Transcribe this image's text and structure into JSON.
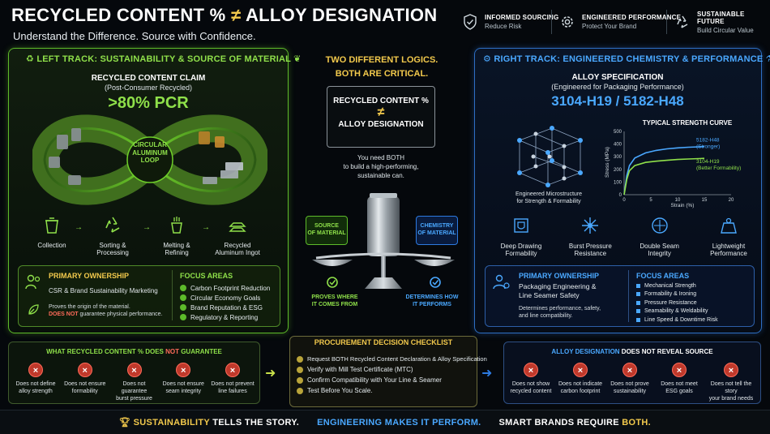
{
  "header": {
    "title_part1": "RECYCLED CONTENT %",
    "title_neq": "≠",
    "title_part2": "ALLOY DESIGNATION",
    "subtitle": "Understand the Difference. Source with Confidence.",
    "badges": [
      {
        "icon": "shield-check-icon",
        "title": "INFORMED SOURCING",
        "sub": "Reduce Risk"
      },
      {
        "icon": "gear-icon",
        "title": "ENGINEERED PERFORMANCE",
        "sub": "Protect Your Brand"
      },
      {
        "icon": "recycle-icon",
        "title": "SUSTAINABLE FUTURE",
        "sub": "Build Circular Value"
      }
    ]
  },
  "left": {
    "track_title": "LEFT TRACK: SUSTAINABILITY & SOURCE OF MATERIAL",
    "claim_title": "RECYCLED CONTENT CLAIM",
    "claim_sub": "(Post-Consumer Recycled)",
    "claim_value": ">80% PCR",
    "loop_label": "CIRCULAR ALUMINUM LOOP",
    "steps": [
      {
        "icon": "trash-bin-icon",
        "label": "Collection",
        "label2": ""
      },
      {
        "icon": "recycle-icon",
        "label": "Sorting &",
        "label2": "Processing"
      },
      {
        "icon": "furnace-icon",
        "label": "Melting &",
        "label2": "Refining"
      },
      {
        "icon": "ingot-icon",
        "label": "Recycled",
        "label2": "Aluminum Ingot"
      }
    ],
    "ownership_title": "PRIMARY OWNERSHIP",
    "ownership_role": "CSR & Brand Sustainability Marketing",
    "ownership_note1": "Proves the origin of the material.",
    "ownership_note_not": "DOES NOT",
    "ownership_note2": " guarantee physical performance.",
    "focus_title": "FOCUS AREAS",
    "focus": [
      "Carbon Footprint Reduction",
      "Circular Economy Goals",
      "Brand Reputation & ESG",
      "Regulatory & Reporting"
    ]
  },
  "center": {
    "title1": "TWO DIFFERENT LOGICS.",
    "title2": "BOTH ARE CRITICAL.",
    "box_a": "RECYCLED CONTENT %",
    "box_neq": "≠",
    "box_b": "ALLOY DESIGNATION",
    "need1": "You need BOTH",
    "need2": "to build a high-performing,",
    "need3": "sustainable can.",
    "tag_left1": "SOURCE",
    "tag_left2": "OF MATERIAL",
    "tag_right1": "CHEMISTRY",
    "tag_right2": "OF MATERIAL",
    "cap_left1": "PROVES WHERE",
    "cap_left2": "IT COMES FROM",
    "cap_right1": "DETERMINES HOW",
    "cap_right2": "IT PERFORMS"
  },
  "right": {
    "track_title": "RIGHT TRACK: ENGINEERED CHEMISTRY & PERFORMANCE",
    "spec_title": "ALLOY SPECIFICATION",
    "spec_sub": "(Engineered for Packaging Performance)",
    "spec_value": "3104-H19 / 5182-H48",
    "micro1": "Engineered Microstructure",
    "micro2": "for Strength & Formability",
    "props": [
      {
        "icon": "deep-drawing-icon",
        "l1": "Deep Drawing",
        "l2": "Formability"
      },
      {
        "icon": "burst-pressure-icon",
        "l1": "Burst Pressure",
        "l2": "Resistance"
      },
      {
        "icon": "seam-icon",
        "l1": "Double Seam",
        "l2": "Integrity"
      },
      {
        "icon": "weight-icon",
        "l1": "Lightweight",
        "l2": "Performance"
      }
    ],
    "ownership_title": "PRIMARY OWNERSHIP",
    "ownership_role1": "Packaging Engineering &",
    "ownership_role2": "Line Seamer Safety",
    "ownership_note1": "Determines performance, safety,",
    "ownership_note2": "and line compatibility.",
    "focus_title": "FOCUS AREAS",
    "focus": [
      "Mechanical Strength",
      "Formability & Ironing",
      "Pressure Resistance",
      "Seamability & Weldability",
      "Line Speed & Downtime Risk"
    ]
  },
  "chart_data": {
    "type": "line",
    "title": "TYPICAL STRENGTH CURVE",
    "xlabel": "Strain (%)",
    "ylabel": "Stress (MPa)",
    "xlim": [
      0,
      20
    ],
    "ylim": [
      0,
      500
    ],
    "xticks": [
      0,
      5,
      10,
      15,
      20
    ],
    "yticks": [
      0,
      100,
      200,
      300,
      400,
      500
    ],
    "series": [
      {
        "name": "5182-H48",
        "note": "(Stronger)",
        "color": "#4aa8ff",
        "x": [
          0,
          0.5,
          1,
          2,
          4,
          6,
          8,
          10,
          12,
          14,
          15
        ],
        "y": [
          0,
          150,
          230,
          290,
          330,
          350,
          362,
          370,
          375,
          378,
          380
        ]
      },
      {
        "name": "3104-H19",
        "note": "(Better Formability)",
        "color": "#8fe04a",
        "x": [
          0,
          0.5,
          1,
          2,
          4,
          6,
          8,
          10,
          12,
          14,
          15
        ],
        "y": [
          0,
          120,
          190,
          230,
          255,
          265,
          272,
          278,
          282,
          285,
          287
        ]
      }
    ]
  },
  "bottom": {
    "left_title_a": "WHAT RECYCLED CONTENT % DOES ",
    "left_title_not": "NOT",
    "left_title_b": " GUARANTEE",
    "left_items": [
      {
        "l1": "Does not define",
        "l2": "alloy strength"
      },
      {
        "l1": "Does not ensure",
        "l2": "formability"
      },
      {
        "l1": "Does not guarantee",
        "l2": "burst pressure"
      },
      {
        "l1": "Does not ensure",
        "l2": "seam integrity"
      },
      {
        "l1": "Does not prevent",
        "l2": "line failures"
      }
    ],
    "mid_title": "PROCUREMENT DECISION CHECKLIST",
    "checklist": [
      "Request BOTH Recycled Content Declaration & Alloy Specification",
      "Verify with Mill Test Certificate (MTC)",
      "Confirm Compatibility with Your Line & Seamer",
      "Test Before You Scale."
    ],
    "right_title_a": "ALLOY DESIGNATION ",
    "right_title_b": "DOES NOT REVEAL SOURCE",
    "right_items": [
      {
        "l1": "Does not show",
        "l2": "recycled content"
      },
      {
        "l1": "Does not indicate",
        "l2": "carbon footprint"
      },
      {
        "l1": "Does not prove",
        "l2": "sustainability"
      },
      {
        "l1": "Does not meet",
        "l2": "ESG goals"
      },
      {
        "l1": "Does not tell the story",
        "l2": "your brand needs"
      }
    ]
  },
  "footer": {
    "part1a": "SUSTAINABILITY ",
    "part1b": "TELLS THE STORY.",
    "part2": "ENGINEERING MAKES IT PERFORM.",
    "part3a": "SMART BRANDS REQUIRE ",
    "part3b": "BOTH."
  },
  "colors": {
    "green": "#8fe04a",
    "blue": "#4aa8ff",
    "yellow": "#f2c94c",
    "red": "#c0392b"
  }
}
